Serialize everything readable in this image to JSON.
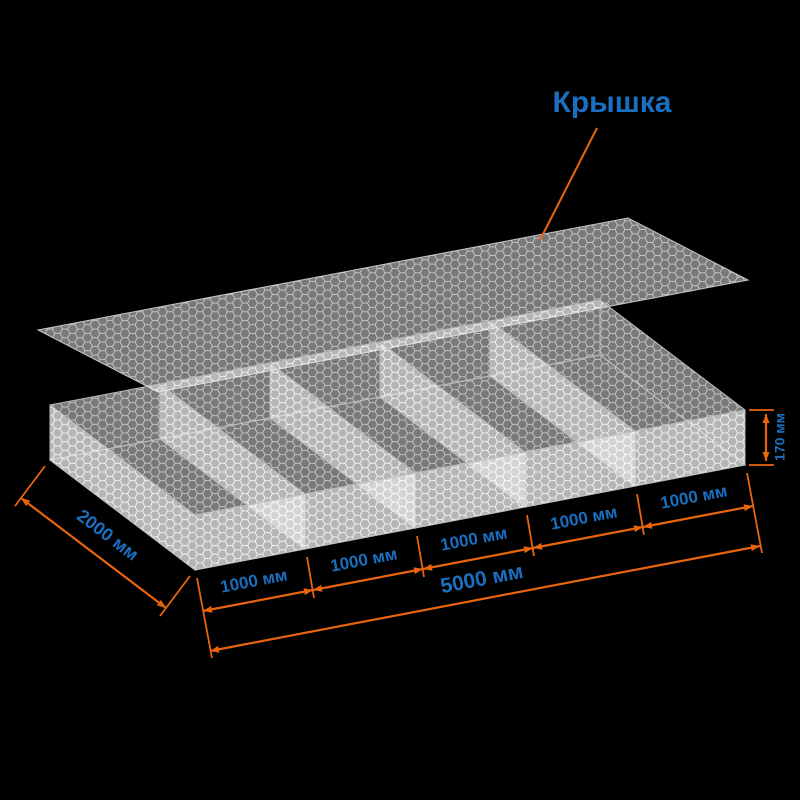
{
  "diagram": {
    "lid_label": "Крышка",
    "dimensions": {
      "width": "2000 мм",
      "segments": [
        "1000 мм",
        "1000 мм",
        "1000 мм",
        "1000 мм",
        "1000 мм"
      ],
      "total_length": "5000 мм",
      "height": "170 мм"
    },
    "colors": {
      "background": "#000000",
      "dimension_line": "#e8650d",
      "label_text": "#1a6fc0",
      "mesh": "#e0e0e0"
    }
  }
}
